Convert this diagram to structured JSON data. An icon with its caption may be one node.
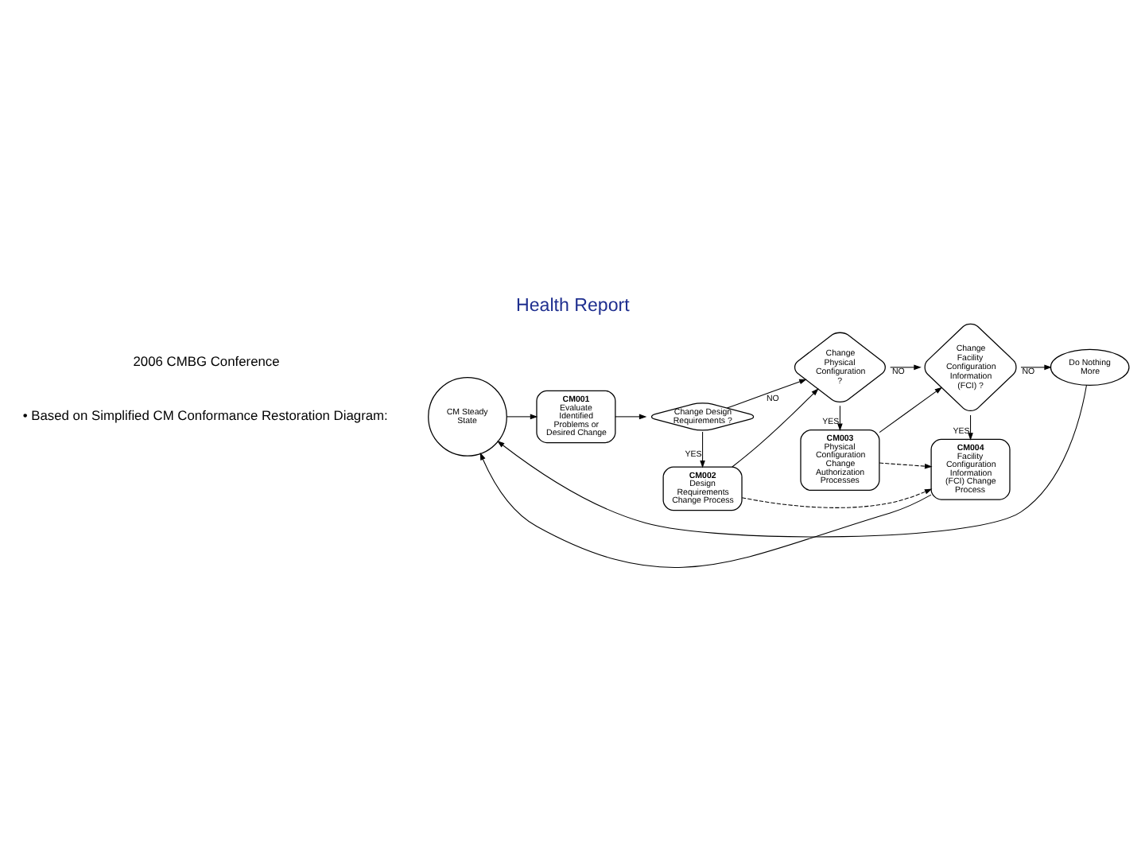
{
  "diagram": {
    "title": "Health Report",
    "nodes": [
      {
        "text": [
          "CM Steady State"
        ]
      },
      {
        "text": [
          "CM001",
          "Evaluate Identified Problems or Desired Change"
        ]
      },
      {
        "text": [
          "Change Design Requirements ?"
        ]
      },
      {
        "text": [
          "Change Physical Configuration ?"
        ]
      },
      {
        "text": [
          "Change Facility Configuration Information (FCI) ?"
        ]
      },
      {
        "text": [
          "Do Nothing More"
        ]
      },
      {
        "text": [
          "CM002",
          "Design Requirements Change Process"
        ]
      },
      {
        "text": [
          "CM003",
          "Physical Configuration Change Authorization Processes"
        ]
      },
      {
        "text": [
          "CM004",
          "Facility Configuration Information (FCI) Change Process"
        ]
      }
    ],
    "edges": [
      {
        "from": 0,
        "to": 1,
        "arrow": "to"
      },
      {
        "from": 1,
        "to": 2,
        "arrow": "to"
      },
      {
        "from": 2,
        "to": 3,
        "label": "NO",
        "arrow": "to"
      },
      {
        "from": 3,
        "to": 4,
        "label": "NO",
        "arrow": "to"
      },
      {
        "from": 4,
        "to": 5,
        "label": "NO",
        "arrow": "to"
      },
      {
        "from": 2,
        "to": 6,
        "label": "YES",
        "arrow": "to"
      },
      {
        "from": 3,
        "to": 7,
        "label": "YES",
        "arrow": "to"
      },
      {
        "from": 4,
        "to": 8,
        "label": "YES",
        "arrow": "to"
      },
      {
        "from": 6,
        "to": 3,
        "arrow": "to"
      },
      {
        "from": 7,
        "to": 4,
        "arrow": "to"
      },
      {
        "from": 7,
        "to": 8,
        "arrow": "to",
        "style": "dashed"
      },
      {
        "from": 6,
        "to": 8,
        "arrow": "to",
        "style": "dashed"
      },
      {
        "from": 8,
        "to": 0,
        "arrow": "to"
      },
      {
        "from": 5,
        "to": 0,
        "arrow": "to"
      }
    ],
    "labels": [
      "• Based on Simplified CM Conformance Restoration Diagram:",
      "2006 CMBG Conference"
    ]
  }
}
